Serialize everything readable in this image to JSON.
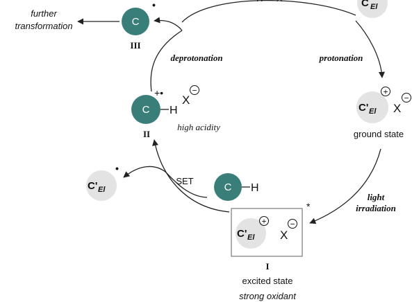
{
  "species": {
    "carbon": "C",
    "catalyst": "C'",
    "catalyst_subscript": "El",
    "hydrogen": "H",
    "anion": "X",
    "minus": "−",
    "plus": "+",
    "radical_dot": "•",
    "radical_cation": "+•",
    "excited_star": "*"
  },
  "labels": {
    "further_line1": "further",
    "further_line2": "transformation",
    "deprotonation": "deprotonation",
    "protonation": "protonation",
    "high_acidity": "high acidity",
    "ground_state": "ground state",
    "light_line1": "light",
    "light_line2": "irradiation",
    "set": "SET",
    "excited_state": "excited state",
    "strong_oxidant": "strong oxidant"
  },
  "numerals": {
    "I": "I",
    "II": "II",
    "III": "III"
  },
  "colors": {
    "teal": "#3a7e7a",
    "grey_circle": "#e3e3e3",
    "line": "#222222"
  }
}
